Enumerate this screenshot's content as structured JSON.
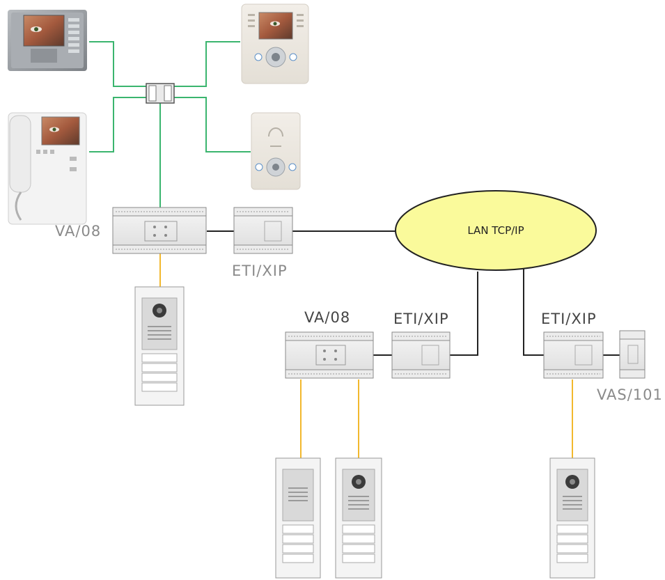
{
  "lan": {
    "label": "LAN TCP/IP",
    "fill": "#fafa9b",
    "stroke": "#222222"
  },
  "labels": {
    "va08_top": "VA/08",
    "eti_top": "ETI/XIP",
    "va08_mid": "VA/08",
    "eti_mid": "ETI/XIP",
    "eti_right": "ETI/XIP",
    "vas": "VAS/101"
  },
  "colors": {
    "bus_green": "#3ab56e",
    "riser_yellow": "#f2b82d",
    "lan_line": "#222222",
    "label_grey": "#8a8a8a"
  },
  "devices": [
    "video-monitor-grey",
    "video-monitor-handset",
    "video-monitor-compact",
    "audio-handsfree-unit",
    "distributor",
    "va08-power-supply",
    "eti-xip-interface",
    "vas101-module",
    "entrance-panel"
  ]
}
